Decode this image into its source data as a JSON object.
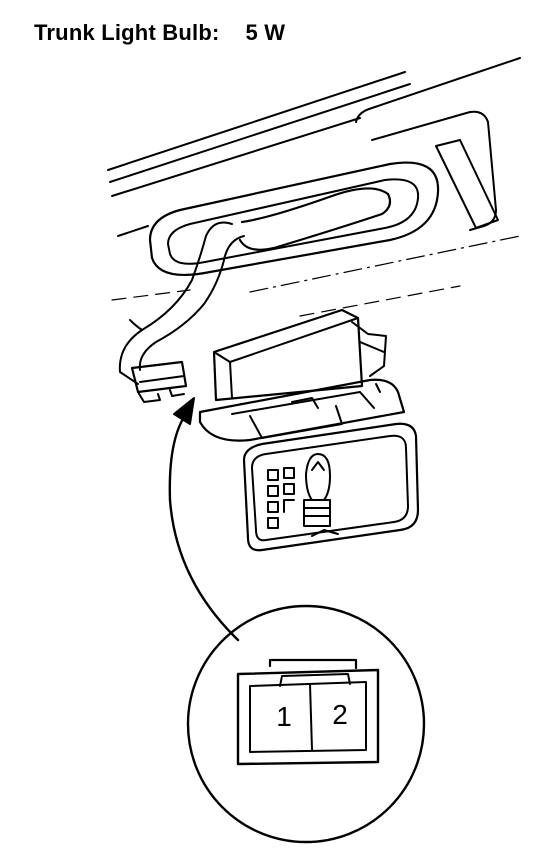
{
  "title": {
    "label": "Trunk Light Bulb:",
    "value": "5 W"
  },
  "connector": {
    "pins": [
      "1",
      "2"
    ]
  },
  "colors": {
    "ink": "#000000",
    "background": "#ffffff"
  }
}
